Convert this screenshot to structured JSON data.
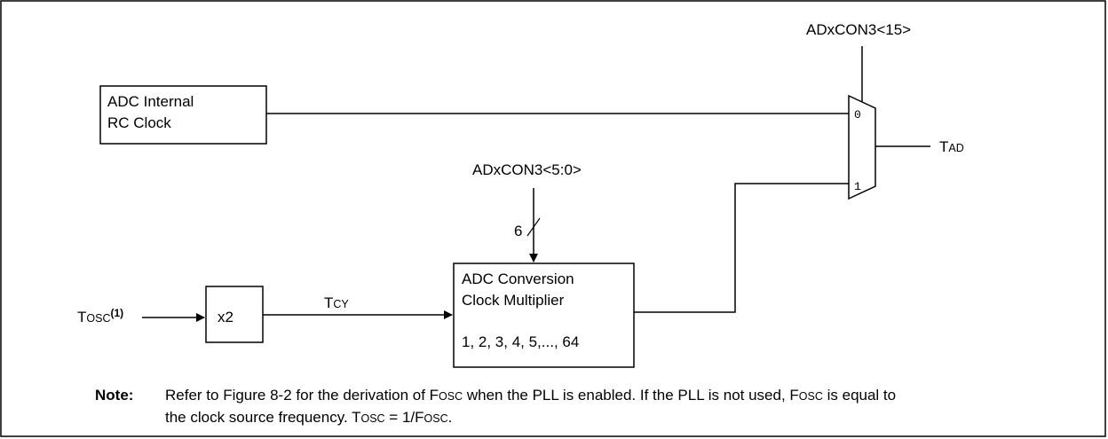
{
  "blocks": {
    "rc_clock": {
      "line1": "ADC Internal",
      "line2": "RC Clock"
    },
    "multiplier": {
      "line1": "ADC Conversion",
      "line2": "Clock Multiplier",
      "line3": "1, 2, 3, 4, 5,..., 64"
    },
    "x2": {
      "label": "x2"
    },
    "mux": {
      "input0": "0",
      "input1": "1"
    }
  },
  "signals": {
    "select_reg": "ADxCON3<15>",
    "multiplier_reg": "ADxCON3<5:0>",
    "bus_width": "6",
    "tosc": {
      "main": "T",
      "small": "OSC",
      "sup": "(1)"
    },
    "tcy": {
      "main": "T",
      "small": "CY"
    },
    "tad": {
      "main": "T",
      "small": "AD"
    }
  },
  "note": {
    "label": "Note:",
    "p1": "Refer to Figure 8-2 for the derivation of ",
    "f1_main": "F",
    "f1_small": "OSC",
    "p2": " when the PLL is enabled. If the PLL is not used, ",
    "f2_main": "F",
    "f2_small": "OSC",
    "p3": " is equal to",
    "p4": "the clock source frequency. ",
    "t_main": "T",
    "t_small": "OSC",
    "p5": " = 1/",
    "f3_main": "F",
    "f3_small": "OSC",
    "p6": "."
  }
}
